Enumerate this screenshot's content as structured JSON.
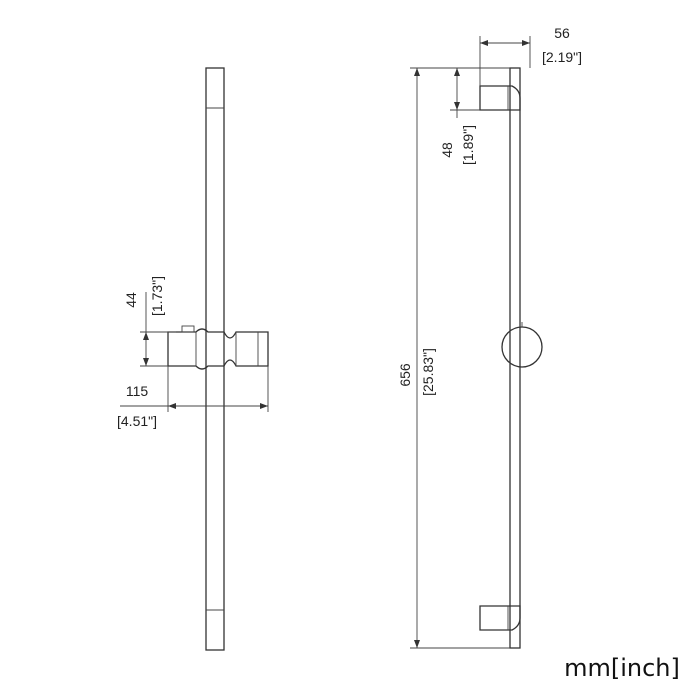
{
  "side_view": {
    "height_mm": "44",
    "height_in": "[1.73\"]",
    "depth_mm": "115",
    "depth_in": "[4.51\"]"
  },
  "front_view": {
    "bracket_width_mm": "56",
    "bracket_width_in": "[2.19\"]",
    "bracket_height_mm": "48",
    "bracket_height_in": "[1.89\"]",
    "total_length_mm": "656",
    "total_length_in": "[25.83\"]"
  },
  "units_label": "mm[inch]"
}
